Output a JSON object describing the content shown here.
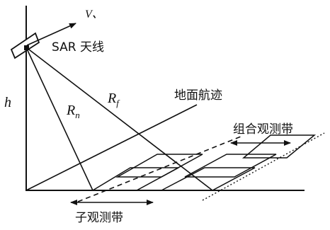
{
  "labels": {
    "velocity": "V、",
    "antenna": "SAR 天线",
    "height": "h",
    "near_range": "R",
    "near_range_sub": "n",
    "far_range": "R",
    "far_range_sub": "f",
    "ground_track": "地面航迹",
    "combined_swath": "组合观测带",
    "sub_swath": "子观测带"
  }
}
